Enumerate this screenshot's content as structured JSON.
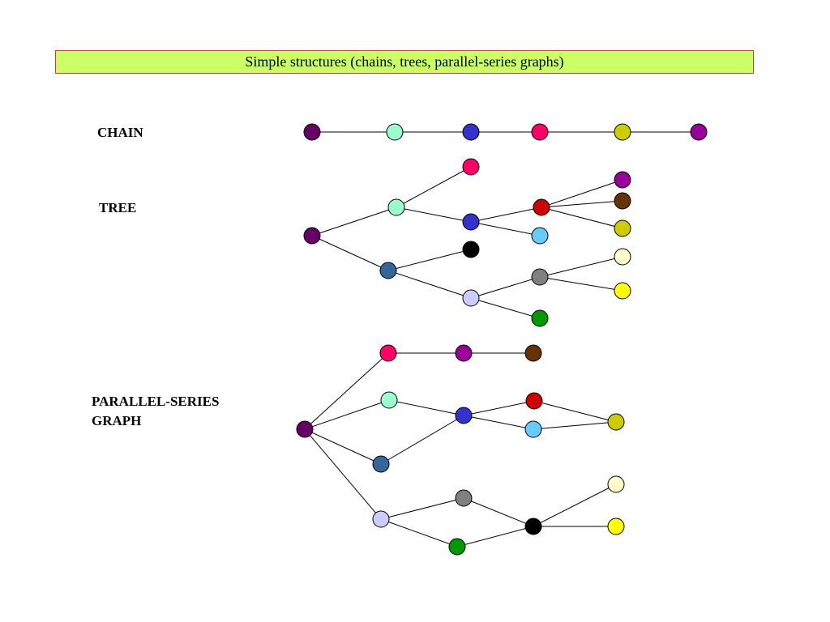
{
  "title": "Simple structures (chains, trees, parallel-series graphs)",
  "labels": {
    "chain": "CHAIN",
    "tree": "TREE",
    "psg": "PARALLEL-SERIES\nGRAPH"
  },
  "colors": {
    "banner_bg": "#ccff66",
    "banner_border": "#b04a3a"
  },
  "diagrams": {
    "chain": {
      "nodes": [
        {
          "id": "c1",
          "color": "#660066"
        },
        {
          "id": "c2",
          "color": "#99ffcc"
        },
        {
          "id": "c3",
          "color": "#3333cc"
        },
        {
          "id": "c4",
          "color": "#ff0066"
        },
        {
          "id": "c5",
          "color": "#cccc00"
        },
        {
          "id": "c6",
          "color": "#990099"
        }
      ],
      "edges": [
        [
          "c1",
          "c2"
        ],
        [
          "c2",
          "c3"
        ],
        [
          "c3",
          "c4"
        ],
        [
          "c4",
          "c5"
        ],
        [
          "c5",
          "c6"
        ]
      ]
    },
    "tree": {
      "nodes": [
        {
          "id": "r",
          "color": "#660066"
        },
        {
          "id": "a",
          "color": "#99ffcc"
        },
        {
          "id": "b",
          "color": "#336699"
        },
        {
          "id": "a1",
          "color": "#ff0066"
        },
        {
          "id": "a2",
          "color": "#3333cc"
        },
        {
          "id": "b1",
          "color": "#000000"
        },
        {
          "id": "b2",
          "color": "#ccccff"
        },
        {
          "id": "a2a",
          "color": "#cc0000"
        },
        {
          "id": "a2b",
          "color": "#66ccff"
        },
        {
          "id": "b2a",
          "color": "#808080"
        },
        {
          "id": "b2b",
          "color": "#009900"
        },
        {
          "id": "l1",
          "color": "#990099"
        },
        {
          "id": "l2",
          "color": "#663300"
        },
        {
          "id": "l3",
          "color": "#cccc00"
        },
        {
          "id": "l4",
          "color": "#ffffcc"
        },
        {
          "id": "l5",
          "color": "#ffff00"
        }
      ],
      "edges": [
        [
          "r",
          "a"
        ],
        [
          "r",
          "b"
        ],
        [
          "a",
          "a1"
        ],
        [
          "a",
          "a2"
        ],
        [
          "b",
          "b1"
        ],
        [
          "b",
          "b2"
        ],
        [
          "a2",
          "a2a"
        ],
        [
          "a2",
          "a2b"
        ],
        [
          "b2",
          "b2a"
        ],
        [
          "b2",
          "b2b"
        ],
        [
          "a2a",
          "l1"
        ],
        [
          "a2a",
          "l2"
        ],
        [
          "a2a",
          "l3"
        ],
        [
          "b2a",
          "l4"
        ],
        [
          "b2a",
          "l5"
        ]
      ]
    },
    "psg": {
      "nodes": [
        {
          "id": "s",
          "color": "#660066"
        },
        {
          "id": "p1",
          "color": "#ff0066"
        },
        {
          "id": "p2",
          "color": "#990099"
        },
        {
          "id": "p3",
          "color": "#663300"
        },
        {
          "id": "q1",
          "color": "#99ffcc"
        },
        {
          "id": "q2",
          "color": "#336699"
        },
        {
          "id": "q3",
          "color": "#3333cc"
        },
        {
          "id": "q4",
          "color": "#cc0000"
        },
        {
          "id": "q5",
          "color": "#66ccff"
        },
        {
          "id": "q6",
          "color": "#cccc00"
        },
        {
          "id": "w1",
          "color": "#ccccff"
        },
        {
          "id": "w2",
          "color": "#808080"
        },
        {
          "id": "w3",
          "color": "#009900"
        },
        {
          "id": "w4",
          "color": "#000000"
        },
        {
          "id": "w5",
          "color": "#ffffcc"
        },
        {
          "id": "w6",
          "color": "#ffff00"
        }
      ],
      "edges": [
        [
          "s",
          "p1"
        ],
        [
          "p1",
          "p2"
        ],
        [
          "p2",
          "p3"
        ],
        [
          "s",
          "q1"
        ],
        [
          "s",
          "q2"
        ],
        [
          "q1",
          "q3"
        ],
        [
          "q2",
          "q3"
        ],
        [
          "q3",
          "q4"
        ],
        [
          "q3",
          "q5"
        ],
        [
          "q4",
          "q6"
        ],
        [
          "q5",
          "q6"
        ],
        [
          "s",
          "w1"
        ],
        [
          "w1",
          "w2"
        ],
        [
          "w1",
          "w3"
        ],
        [
          "w2",
          "w4"
        ],
        [
          "w3",
          "w4"
        ],
        [
          "w4",
          "w5"
        ],
        [
          "w4",
          "w6"
        ]
      ]
    }
  }
}
